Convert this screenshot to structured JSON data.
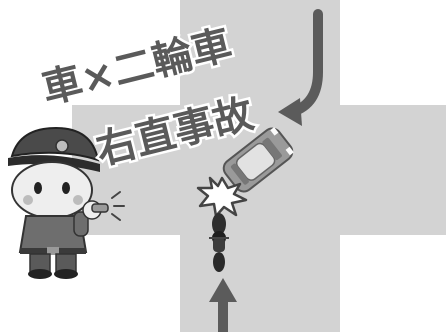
{
  "title_line1": "車×二輪車",
  "title_line2": "右直事故",
  "colors": {
    "road": "#d3d3d3",
    "arrow": "#5b5b5b",
    "text_fill": "#5a5a5a",
    "text_outline": "#ffffff"
  },
  "icons": {
    "car": "car-icon",
    "motorcycle": "motorcycle-icon",
    "collision": "collision-burst-icon",
    "officer": "police-officer-illustration",
    "whistle": "whistle-icon"
  }
}
